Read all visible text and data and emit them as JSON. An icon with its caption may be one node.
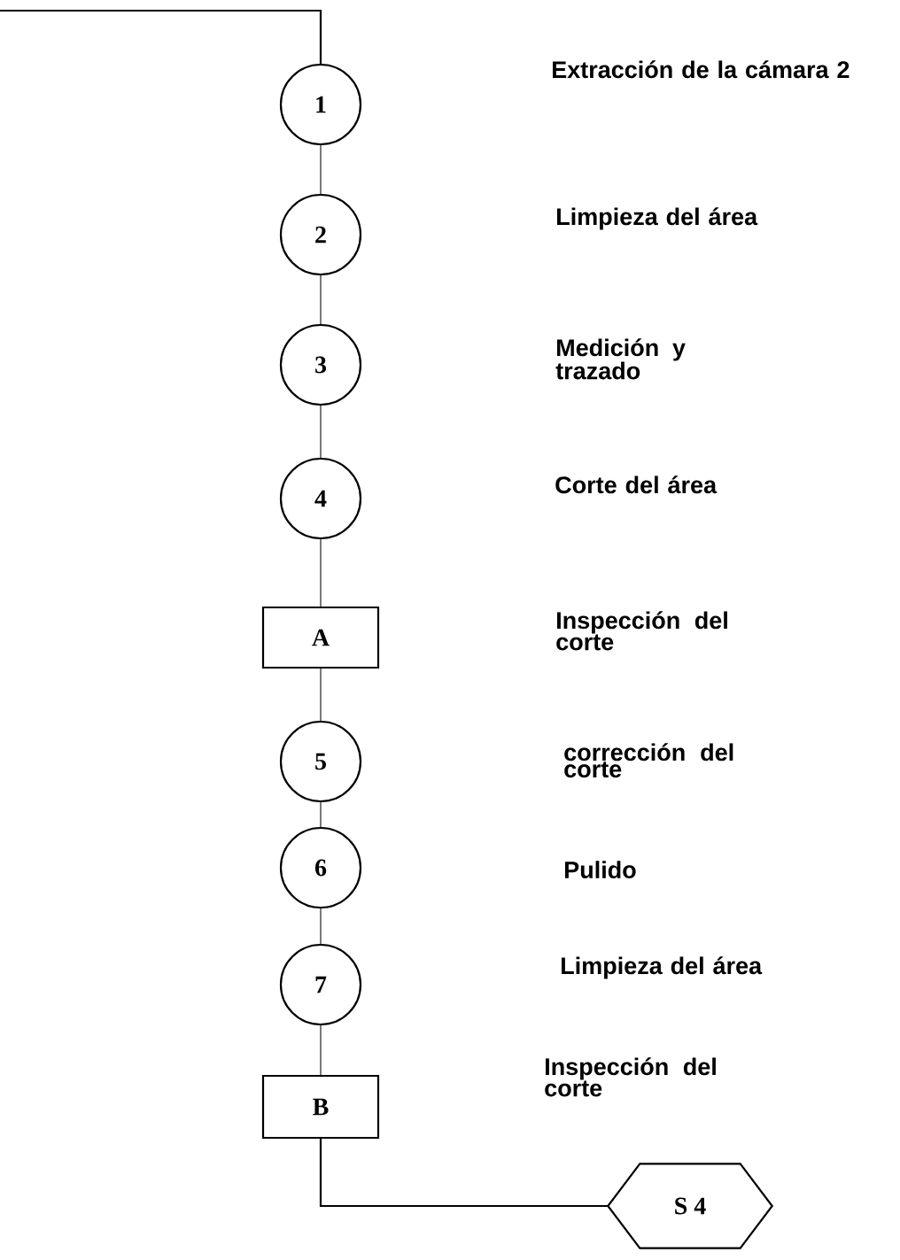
{
  "diagram": {
    "nodes": [
      {
        "text": [
          "1"
        ]
      },
      {
        "text": [
          "2"
        ]
      },
      {
        "text": [
          "3"
        ]
      },
      {
        "text": [
          "4"
        ]
      },
      {
        "text": [
          "A"
        ]
      },
      {
        "text": [
          "5"
        ]
      },
      {
        "text": [
          "6"
        ]
      },
      {
        "text": [
          "7"
        ]
      },
      {
        "text": [
          "B"
        ]
      },
      {
        "text": [
          "S 4"
        ]
      }
    ],
    "edges": [
      {
        "from": null,
        "to": 0,
        "arrow": "none"
      },
      {
        "from": 0,
        "to": 1,
        "arrow": "none"
      },
      {
        "from": 1,
        "to": 2,
        "arrow": "none"
      },
      {
        "from": 2,
        "to": 3,
        "arrow": "none"
      },
      {
        "from": 3,
        "to": 4,
        "arrow": "none"
      },
      {
        "from": 4,
        "to": 5,
        "arrow": "none"
      },
      {
        "from": 5,
        "to": 6,
        "arrow": "none"
      },
      {
        "from": 6,
        "to": 7,
        "arrow": "none"
      },
      {
        "from": 7,
        "to": 8,
        "arrow": "none"
      },
      {
        "from": 8,
        "to": 9,
        "arrow": "none"
      }
    ],
    "labels": [
      "Extracción de la cámara 2",
      "Limpieza del área",
      "Medición y trazado",
      "Corte del área",
      "Inspección del corte",
      "corrección del corte",
      "Pulido",
      "Limpieza del área",
      "Inspección del corte"
    ]
  }
}
